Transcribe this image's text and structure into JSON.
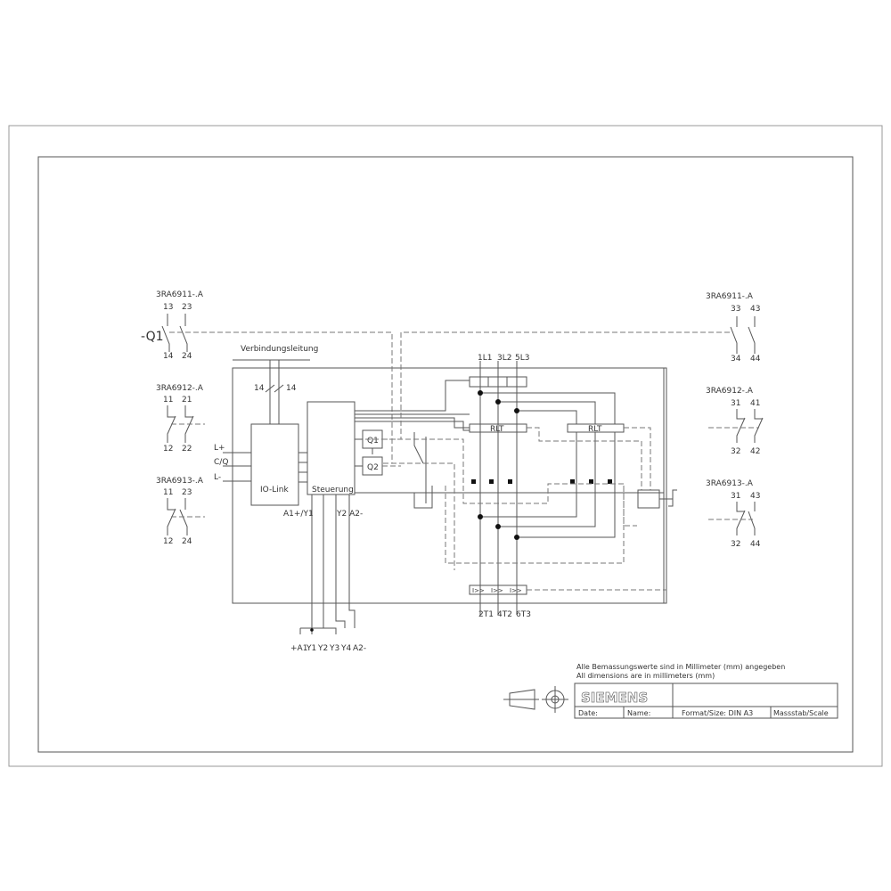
{
  "left_contacts": [
    {
      "type": "3RA6911-.A",
      "top": [
        "13",
        "23"
      ],
      "bottom": [
        "14",
        "24"
      ]
    },
    {
      "type": "3RA6912-.A",
      "top": [
        "11",
        "21"
      ],
      "bottom": [
        "12",
        "22"
      ]
    },
    {
      "type": "3RA6913-.A",
      "top": [
        "11",
        "23"
      ],
      "bottom": [
        "12",
        "24"
      ]
    }
  ],
  "right_contacts": [
    {
      "type": "3RA6911-.A",
      "top": [
        "33",
        "43"
      ],
      "bottom": [
        "34",
        "44"
      ]
    },
    {
      "type": "3RA6912-.A",
      "top": [
        "31",
        "41"
      ],
      "bottom": [
        "32",
        "42"
      ]
    },
    {
      "type": "3RA6913-.A",
      "top": [
        "31",
        "43"
      ],
      "bottom": [
        "32",
        "44"
      ]
    }
  ],
  "device_label": "-Q1",
  "connection_label": "Verbindungsleitung",
  "cable_labels": [
    "14",
    "14"
  ],
  "io_link": {
    "label": "IO-Link",
    "pins": [
      "L+",
      "C/Q",
      "L-"
    ]
  },
  "control": {
    "label": "Steuerung",
    "outputs": [
      "Q1",
      "Q2"
    ],
    "bottom_left": "A1+/Y1",
    "bottom_right": "Y2 A2-"
  },
  "terminals": [
    "+A1",
    "Y1",
    "Y2",
    "Y3",
    "Y4",
    "A2-"
  ],
  "main_inputs": [
    "1L1",
    "3L2",
    "5L3"
  ],
  "main_outputs": [
    "2T1",
    "4T2",
    "6T3"
  ],
  "relay_labels": [
    "RLT",
    "RLT"
  ],
  "overload_label": "I>>",
  "notes": [
    "Alle Bemassungswerte sind in Millimeter (mm) angegeben",
    "All dimensions are in millimeters (mm)"
  ],
  "title_block": {
    "brand": "SIEMENS",
    "date": "Date:",
    "name": "Name:",
    "format": "Format/Size: DIN A3",
    "scale": "Massstab/Scale"
  }
}
